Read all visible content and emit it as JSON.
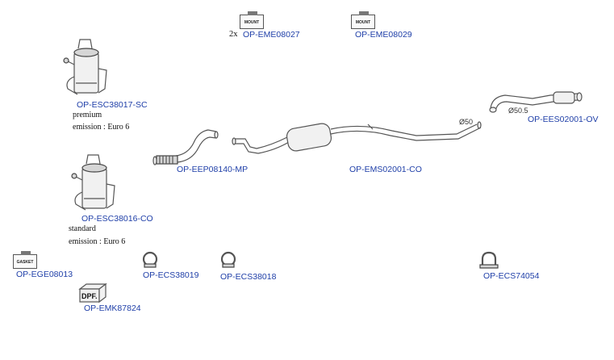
{
  "mounts": {
    "eme08027": {
      "badge": "MOUNT",
      "qty": "2x",
      "code": "OP-EME08027"
    },
    "eme08029": {
      "badge": "MOUNT",
      "code": "OP-EME08029"
    }
  },
  "filters": {
    "esc38017": {
      "code": "OP-ESC38017-SC",
      "variant": "premium",
      "emission": "emission : Euro 6"
    },
    "esc38016": {
      "code": "OP-ESC38016-CO",
      "variant": "standard",
      "emission": "emission : Euro 6"
    }
  },
  "pipes": {
    "eep08140": {
      "code": "OP-EEP08140-MP"
    },
    "ems02001": {
      "code": "OP-EMS02001-CO",
      "dim_label": "Ø50"
    },
    "ees02001": {
      "code": "OP-EES02001-OV",
      "dim_label": "Ø50.5"
    }
  },
  "gasket": {
    "badge": "GASKET",
    "code": "OP-EGE08013"
  },
  "dpf_kit": {
    "badge": "DPF.",
    "code": "OP-EMK87824"
  },
  "clamps": {
    "ecs38019": {
      "code": "OP-ECS38019"
    },
    "ecs38018": {
      "code": "OP-ECS38018"
    },
    "ecs74054": {
      "code": "OP-ECS74054"
    }
  }
}
